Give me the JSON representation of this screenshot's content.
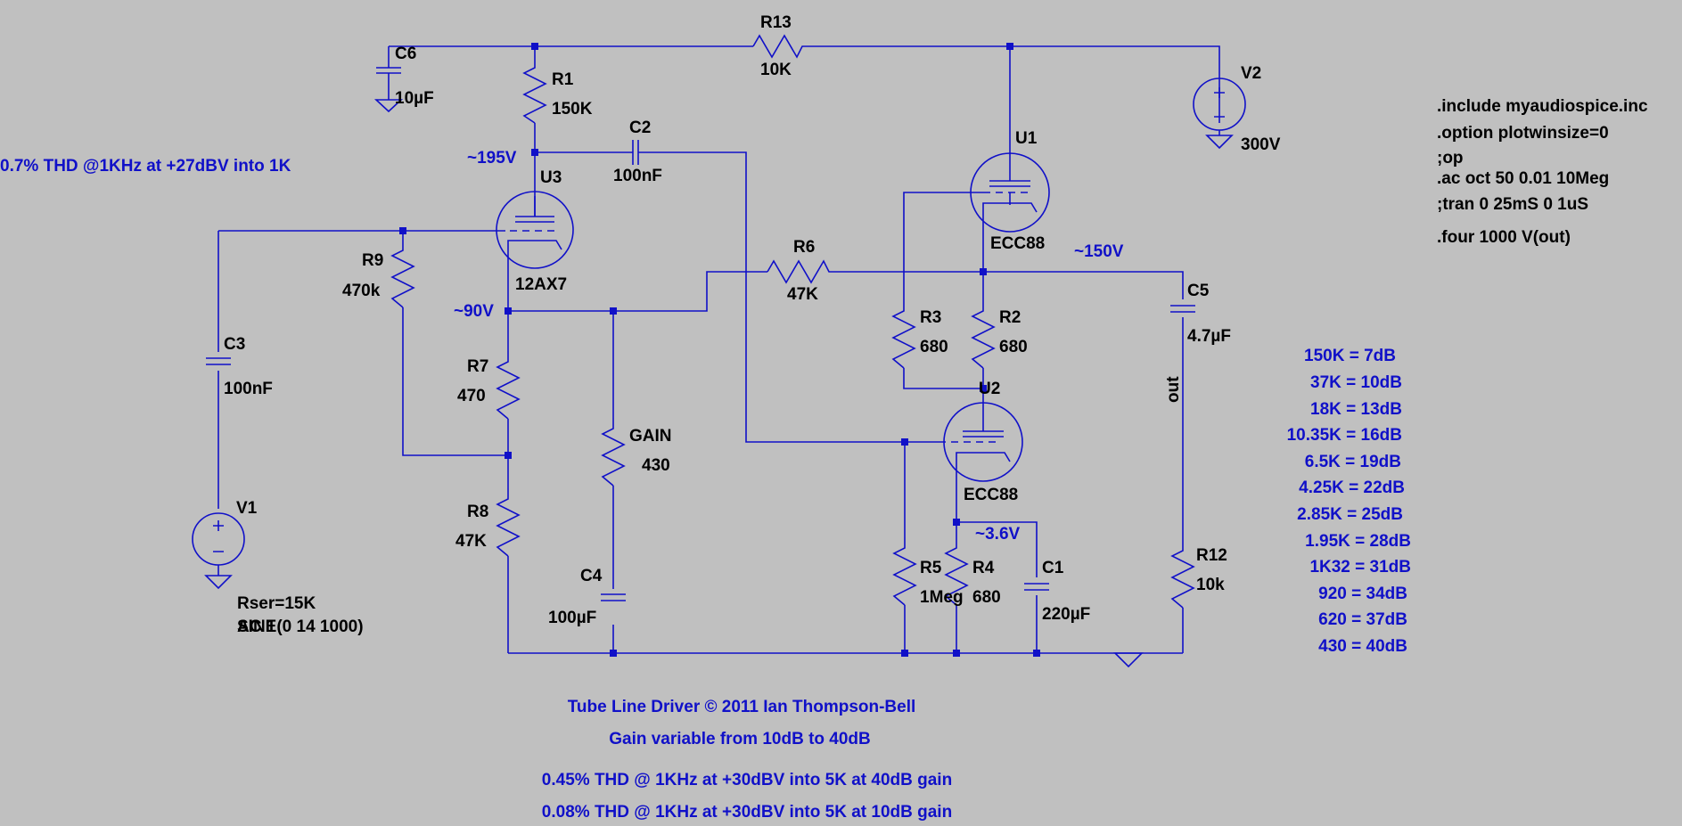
{
  "colors": {
    "background": "#c0c0c0",
    "wire": "#1010c8",
    "annotation": "#1010c8",
    "label": "#000000"
  },
  "components": {
    "r13": {
      "ref": "R13",
      "value": "10K"
    },
    "c6": {
      "ref": "C6",
      "value": "10µF"
    },
    "r1": {
      "ref": "R1",
      "value": "150K"
    },
    "c2": {
      "ref": "C2",
      "value": "100nF"
    },
    "u3": {
      "ref": "U3",
      "value": "12AX7"
    },
    "u1": {
      "ref": "U1",
      "value": "ECC88"
    },
    "u2": {
      "ref": "U2",
      "value": "ECC88"
    },
    "v2": {
      "ref": "V2",
      "value": "300V"
    },
    "r9": {
      "ref": "R9",
      "value": "470k"
    },
    "r6": {
      "ref": "R6",
      "value": "47K"
    },
    "r3": {
      "ref": "R3",
      "value": "680"
    },
    "r2": {
      "ref": "R2",
      "value": "680"
    },
    "c5": {
      "ref": "C5",
      "value": "4.7µF"
    },
    "c3": {
      "ref": "C3",
      "value": "100nF"
    },
    "r7": {
      "ref": "R7",
      "value": "470"
    },
    "gain": {
      "ref": "GAIN",
      "value": "430"
    },
    "r8": {
      "ref": "R8",
      "value": "47K"
    },
    "c4": {
      "ref": "C4",
      "value": "100µF"
    },
    "r5": {
      "ref": "R5",
      "value": "1Meg"
    },
    "r4": {
      "ref": "R4",
      "value": "680"
    },
    "c1": {
      "ref": "C1",
      "value": "220µF"
    },
    "r12": {
      "ref": "R12",
      "value": "10k"
    },
    "v1": {
      "ref": "V1",
      "line1": "Rser=15K",
      "line2": "SINE(0 14 1000)",
      "overlap": "AC 1"
    }
  },
  "voltages": {
    "u3_plate": "~195V",
    "u3_cathode": "~90V",
    "u1_cathode": "~150V",
    "u2_cathode": "~3.6V"
  },
  "out_label": "out",
  "left_note": "0.7% THD @1KHz at +27dBV into 1K",
  "spice": [
    ".include myaudiospice.inc",
    ".option plotwinsize=0",
    ";op",
    ".ac oct 50 0.01 10Meg",
    ";tran 0 25mS 0 1uS",
    ".four 1000 V(out)"
  ],
  "gain_table": [
    "150K = 7dB",
    "37K = 10dB",
    "18K = 13dB",
    "10.35K = 16dB",
    "6.5K = 19dB",
    "4.25K = 22dB",
    "2.85K = 25dB",
    "1.95K = 28dB",
    "1K32 = 31dB",
    "920 = 34dB",
    "620 = 37dB",
    "430 = 40dB"
  ],
  "footer": {
    "title": "Tube Line Driver © 2011 Ian Thompson-Bell",
    "gain_range": "Gain variable from 10dB to 40dB",
    "thd_40": "0.45% THD @ 1KHz at +30dBV into 5K at 40dB gain",
    "thd_10": "0.08% THD @ 1KHz at +30dBV into 5K at 10dB gain"
  }
}
